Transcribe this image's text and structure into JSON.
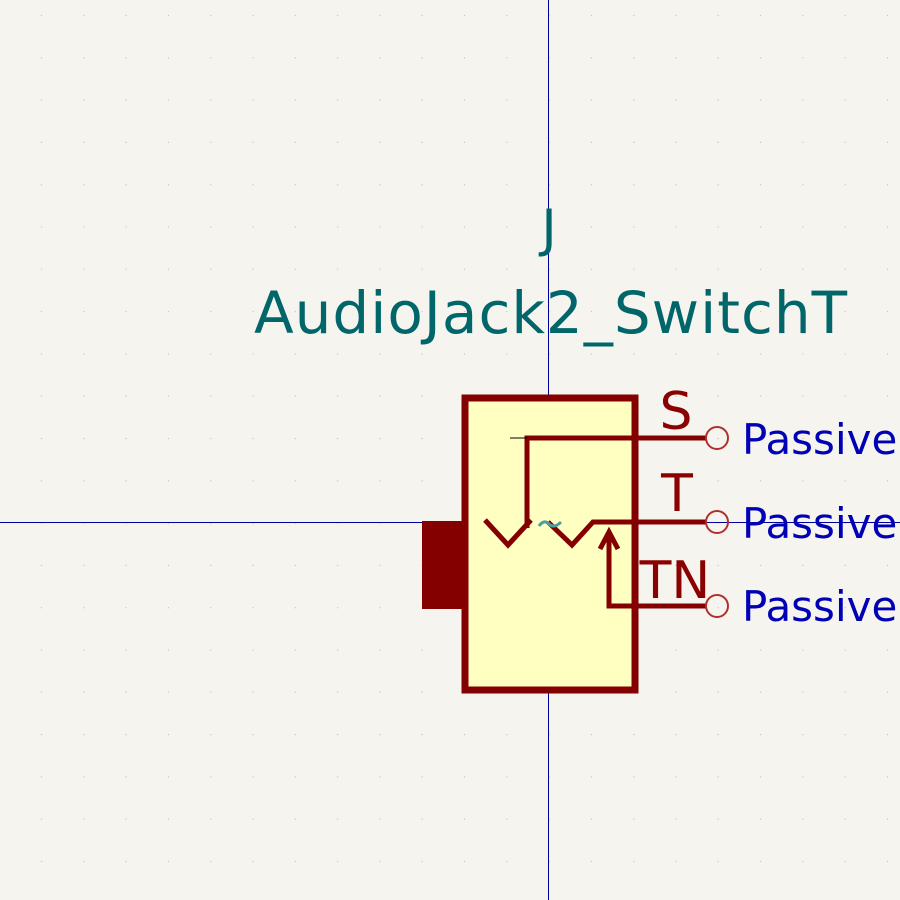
{
  "symbol": {
    "reference": "J",
    "value": "AudioJack2_SwitchT"
  },
  "pins": [
    {
      "name": "S",
      "electrical_type": "Passive"
    },
    {
      "name": "T",
      "electrical_type": "Passive"
    },
    {
      "name": "TN",
      "electrical_type": "Passive"
    }
  ],
  "colors": {
    "background": "#f5f4ef",
    "grid_dot": "#c8c8c0",
    "axis": "#0000a0",
    "symbol_outline": "#840000",
    "symbol_fill": "#ffffc2",
    "field_text": "#00666a",
    "pin_type_text": "#0000b4",
    "pin_end": "#b03030",
    "squiggle": "#4aa0a0"
  }
}
